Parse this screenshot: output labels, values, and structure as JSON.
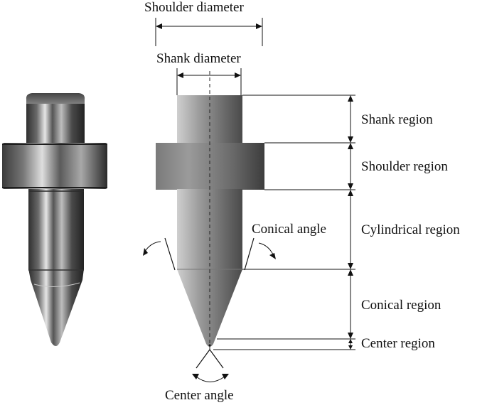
{
  "labels": {
    "shoulder_diameter": "Shoulder diameter",
    "shank_diameter": "Shank diameter",
    "shank_region": "Shank region",
    "shoulder_region": "Shoulder region",
    "conical_angle": "Conical angle",
    "cylindrical_region": "Cylindrical region",
    "conical_region": "Conical region",
    "center_region": "Center region",
    "center_angle": "Center angle"
  },
  "colors": {
    "metal_dark": "#3e3e3e",
    "metal_light": "#dcdcdc",
    "line": "#111111"
  }
}
